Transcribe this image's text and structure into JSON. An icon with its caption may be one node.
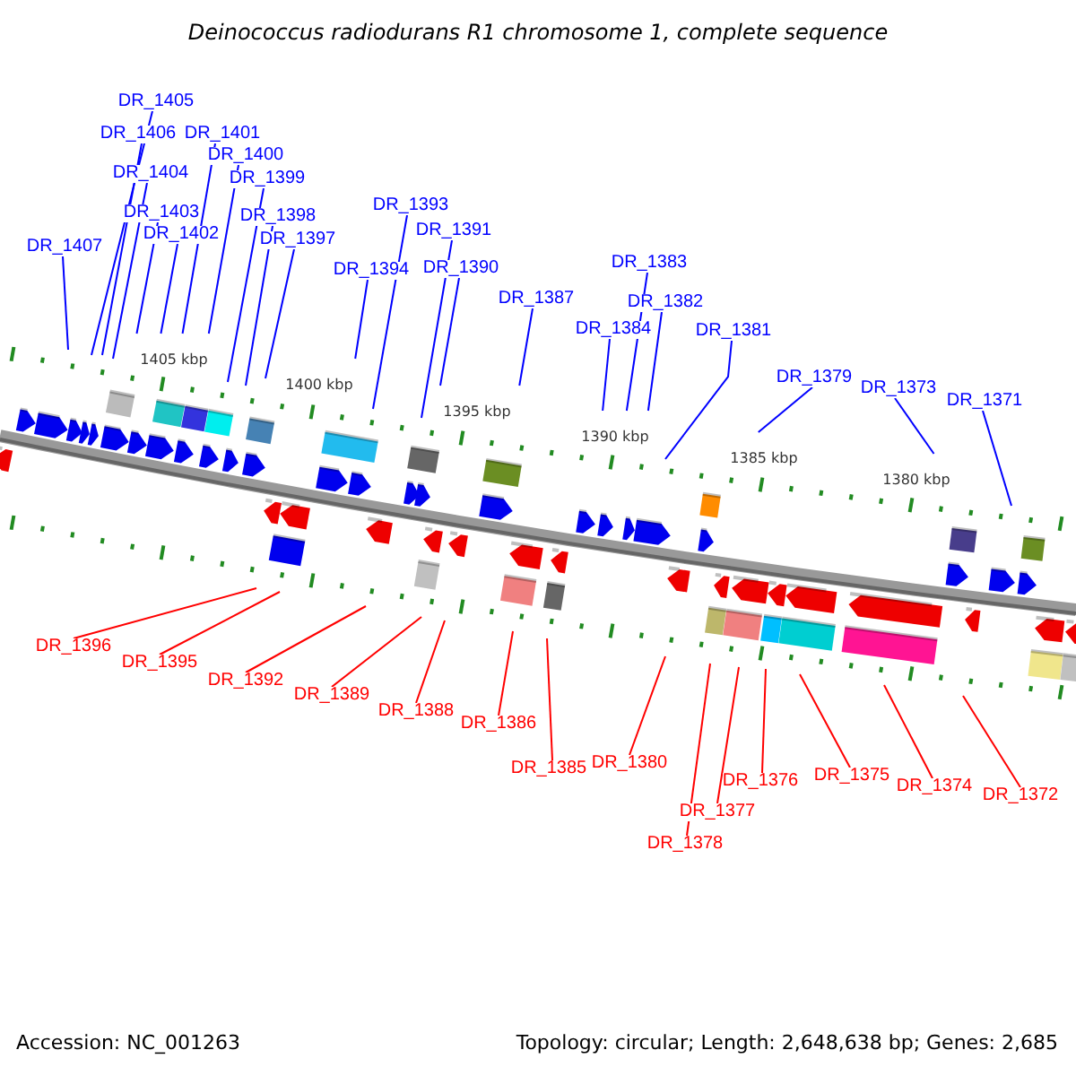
{
  "diagram": {
    "title": "Deinococcus radiodurans R1 chromosome 1, complete sequence",
    "nodes": [
      {
        "text": [
          "DR_1405"
        ]
      },
      {
        "text": [
          "DR_1406"
        ]
      },
      {
        "text": [
          "DR_1401"
        ]
      },
      {
        "text": [
          "DR_1404"
        ]
      },
      {
        "text": [
          "DR_1400"
        ]
      },
      {
        "text": [
          "DR_1399"
        ]
      },
      {
        "text": [
          "DR_1403"
        ]
      },
      {
        "text": [
          "DR_1398"
        ]
      },
      {
        "text": [
          "DR_1402"
        ]
      },
      {
        "text": [
          "DR_1397"
        ]
      },
      {
        "text": [
          "DR_1407"
        ]
      },
      {
        "text": [
          "DR_1393"
        ]
      },
      {
        "text": [
          "DR_1391"
        ]
      },
      {
        "text": [
          "DR_1394"
        ]
      },
      {
        "text": [
          "DR_1390"
        ]
      },
      {
        "text": [
          "DR_1387"
        ]
      },
      {
        "text": [
          "DR_1383"
        ]
      },
      {
        "text": [
          "DR_1382"
        ]
      },
      {
        "text": [
          "DR_1384"
        ]
      },
      {
        "text": [
          "DR_1381"
        ]
      },
      {
        "text": [
          "DR_1379"
        ]
      },
      {
        "text": [
          "DR_1373"
        ]
      },
      {
        "text": [
          "DR_1371"
        ]
      },
      {
        "text": [
          "DR_1396"
        ]
      },
      {
        "text": [
          "DR_1395"
        ]
      },
      {
        "text": [
          "DR_1392"
        ]
      },
      {
        "text": [
          "DR_1389"
        ]
      },
      {
        "text": [
          "DR_1388"
        ]
      },
      {
        "text": [
          "DR_1386"
        ]
      },
      {
        "text": [
          "DR_1385"
        ]
      },
      {
        "text": [
          "DR_1380"
        ]
      },
      {
        "text": [
          "DR_1376"
        ]
      },
      {
        "text": [
          "DR_1375"
        ]
      },
      {
        "text": [
          "DR_1377"
        ]
      },
      {
        "text": [
          "DR_1374"
        ]
      },
      {
        "text": [
          "DR_1372"
        ]
      },
      {
        "text": [
          "DR_1378"
        ]
      }
    ],
    "edges": [
      {
        "from": 0,
        "to": null,
        "arrow": "none"
      },
      {
        "from": 1,
        "to": null,
        "arrow": "none"
      },
      {
        "from": 2,
        "to": null,
        "arrow": "none"
      },
      {
        "from": 3,
        "to": null,
        "arrow": "none"
      },
      {
        "from": 4,
        "to": null,
        "arrow": "none"
      },
      {
        "from": 5,
        "to": null,
        "arrow": "none"
      },
      {
        "from": 6,
        "to": null,
        "arrow": "none"
      },
      {
        "from": 7,
        "to": null,
        "arrow": "none"
      },
      {
        "from": 8,
        "to": null,
        "arrow": "none"
      },
      {
        "from": 9,
        "to": null,
        "arrow": "none"
      },
      {
        "from": 10,
        "to": null,
        "arrow": "none"
      },
      {
        "from": 11,
        "to": null,
        "arrow": "none"
      },
      {
        "from": 12,
        "to": null,
        "arrow": "none"
      },
      {
        "from": 13,
        "to": null,
        "arrow": "none"
      },
      {
        "from": 14,
        "to": null,
        "arrow": "none"
      },
      {
        "from": 15,
        "to": null,
        "arrow": "none"
      },
      {
        "from": 16,
        "to": null,
        "arrow": "none"
      },
      {
        "from": 17,
        "to": null,
        "arrow": "none"
      },
      {
        "from": 18,
        "to": null,
        "arrow": "none"
      },
      {
        "from": 19,
        "to": null,
        "arrow": "none"
      },
      {
        "from": 20,
        "to": null,
        "arrow": "none"
      },
      {
        "from": 21,
        "to": null,
        "arrow": "none"
      },
      {
        "from": 22,
        "to": null,
        "arrow": "none"
      },
      {
        "from": 23,
        "to": null,
        "arrow": "none",
        "color": "#ff0000"
      },
      {
        "from": 24,
        "to": null,
        "arrow": "none",
        "color": "#ff0000"
      },
      {
        "from": 25,
        "to": null,
        "arrow": "none",
        "color": "#ff0000"
      },
      {
        "from": 26,
        "to": null,
        "arrow": "none",
        "color": "#ff0000"
      },
      {
        "from": 27,
        "to": null,
        "arrow": "none",
        "color": "#ff0000"
      },
      {
        "from": 28,
        "to": null,
        "arrow": "none",
        "color": "#ff0000"
      },
      {
        "from": 29,
        "to": null,
        "arrow": "none",
        "color": "#ff0000"
      },
      {
        "from": 30,
        "to": null,
        "arrow": "none",
        "color": "#ff0000"
      },
      {
        "from": 31,
        "to": null,
        "arrow": "none",
        "color": "#ff0000"
      },
      {
        "from": 32,
        "to": null,
        "arrow": "none",
        "color": "#ff0000"
      },
      {
        "from": 33,
        "to": null,
        "arrow": "none",
        "color": "#ff0000"
      },
      {
        "from": 34,
        "to": null,
        "arrow": "none",
        "color": "#ff0000"
      },
      {
        "from": 35,
        "to": null,
        "arrow": "none",
        "color": "#ff0000"
      },
      {
        "from": 36,
        "to": null,
        "arrow": "none",
        "color": "#ff0000"
      }
    ],
    "labels": [
      "1405 kbp",
      "1400 kbp",
      "1395 kbp",
      "1390 kbp",
      "1385 kbp",
      "1380 kbp",
      "Accession: NC_001263",
      "Topology: circular; Length: 2,648,638 bp; Genes: 2,685"
    ]
  }
}
